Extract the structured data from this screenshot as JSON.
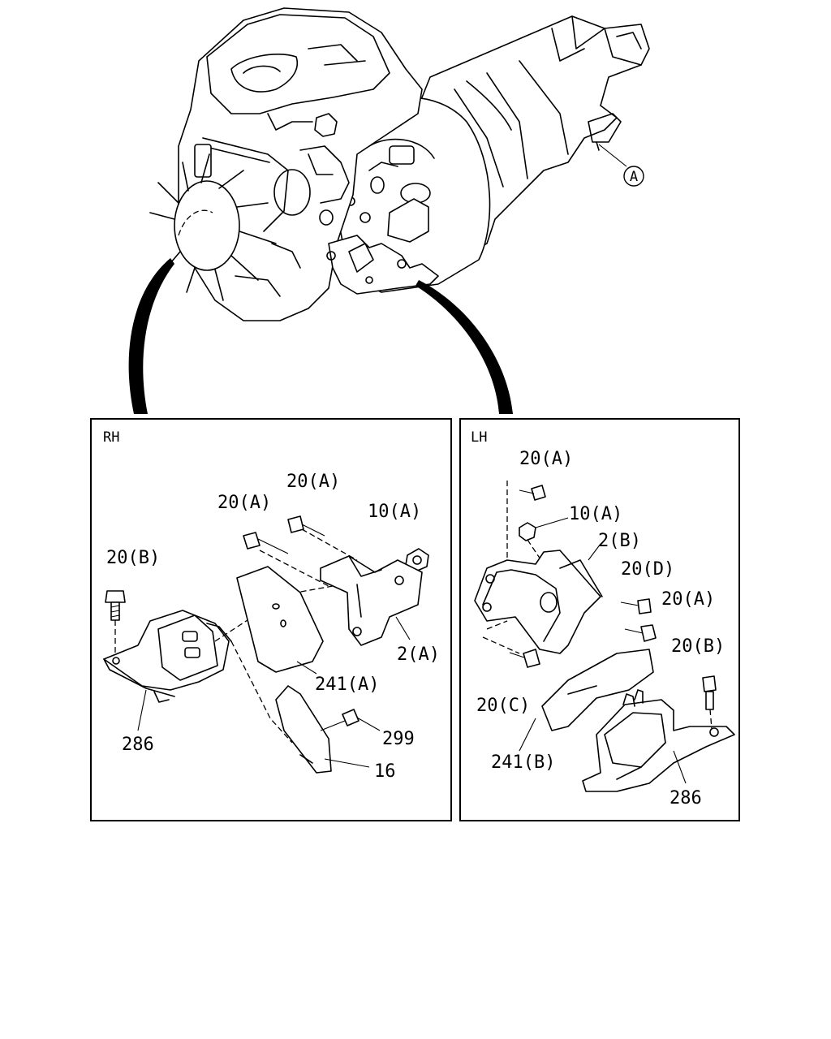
{
  "panels": {
    "rh": {
      "title": "RH"
    },
    "lh": {
      "title": "LH"
    }
  },
  "callouts": {
    "top_a": "A"
  },
  "rh_labels": {
    "bolt_20b": "20(B)",
    "bolt_20a_left": "20(A)",
    "bolt_20a_right": "20(A)",
    "nut_10a": "10(A)",
    "bracket_2a": "2(A)",
    "shield_241a": "241(A)",
    "mount_286": "286",
    "bolt_299": "299",
    "plate_16": "16"
  },
  "lh_labels": {
    "bolt_20a_top": "20(A)",
    "nut_10a": "10(A)",
    "bracket_2b": "2(B)",
    "bolt_20d": "20(D)",
    "bolt_20a_mid": "20(A)",
    "bolt_20b": "20(B)",
    "bolt_20c": "20(C)",
    "shield_241b": "241(B)",
    "mount_286": "286"
  }
}
